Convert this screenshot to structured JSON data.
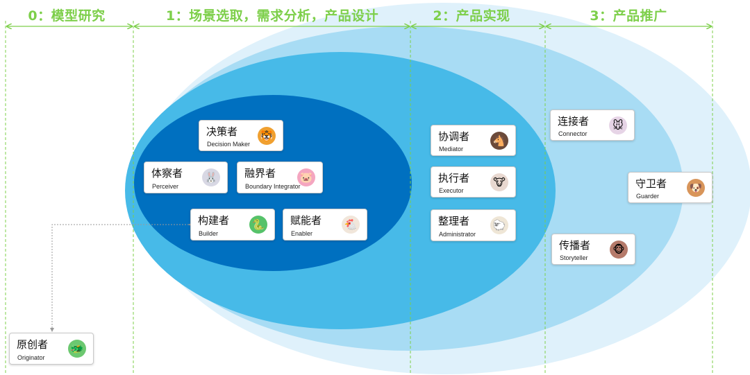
{
  "phases": [
    {
      "label": "0：模型研究"
    },
    {
      "label": "1：场景选取，需求分析，产品设计"
    },
    {
      "label": "2：产品实现"
    },
    {
      "label": "3：产品推广"
    }
  ],
  "roles": {
    "decision_maker": {
      "cn": "决策者",
      "en": "Decision Maker",
      "icon": "tiger-icon",
      "glyph": "🐯",
      "color": "#f0a030"
    },
    "perceiver": {
      "cn": "体察者",
      "en": "Perceiver",
      "icon": "rabbit-icon",
      "glyph": "🐰",
      "color": "#d8d8e4"
    },
    "boundary_integrator": {
      "cn": "融界者",
      "en": "Boundary Integrator",
      "icon": "pig-icon",
      "glyph": "🐷",
      "color": "#f4a6c0"
    },
    "builder": {
      "cn": "构建者",
      "en": "Builder",
      "icon": "snake-icon",
      "glyph": "🐍",
      "color": "#56c26a"
    },
    "enabler": {
      "cn": "赋能者",
      "en": "Enabler",
      "icon": "rooster-icon",
      "glyph": "🐔",
      "color": "#f1e6da"
    },
    "mediator": {
      "cn": "协调者",
      "en": "Mediator",
      "icon": "horse-icon",
      "glyph": "🐴",
      "color": "#6b4a3a"
    },
    "executor": {
      "cn": "执行者",
      "en": "Executor",
      "icon": "cow-icon",
      "glyph": "🐮",
      "color": "#e8d8d0"
    },
    "administrator": {
      "cn": "整理者",
      "en": "Administrator",
      "icon": "sheep-icon",
      "glyph": "🐑",
      "color": "#efe6d6"
    },
    "connector": {
      "cn": "连接者",
      "en": "Connector",
      "icon": "mouse-icon",
      "glyph": "🐭",
      "color": "#e6d4e6"
    },
    "guarder": {
      "cn": "守卫者",
      "en": "Guarder",
      "icon": "dog-icon",
      "glyph": "🐶",
      "color": "#d8955a"
    },
    "storyteller": {
      "cn": "传播者",
      "en": "Storyteller",
      "icon": "monkey-icon",
      "glyph": "🐵",
      "color": "#b57a6a"
    },
    "originator": {
      "cn": "原创者",
      "en": "Originator",
      "icon": "dragon-icon",
      "glyph": "🐲",
      "color": "#6cc870"
    }
  },
  "colors": {
    "phase_green": "#7dcf4a",
    "ring_outer": "#dff1fb",
    "ring_2": "#a8dcf4",
    "ring_3": "#47bae8",
    "ring_inner": "#0070c0"
  }
}
